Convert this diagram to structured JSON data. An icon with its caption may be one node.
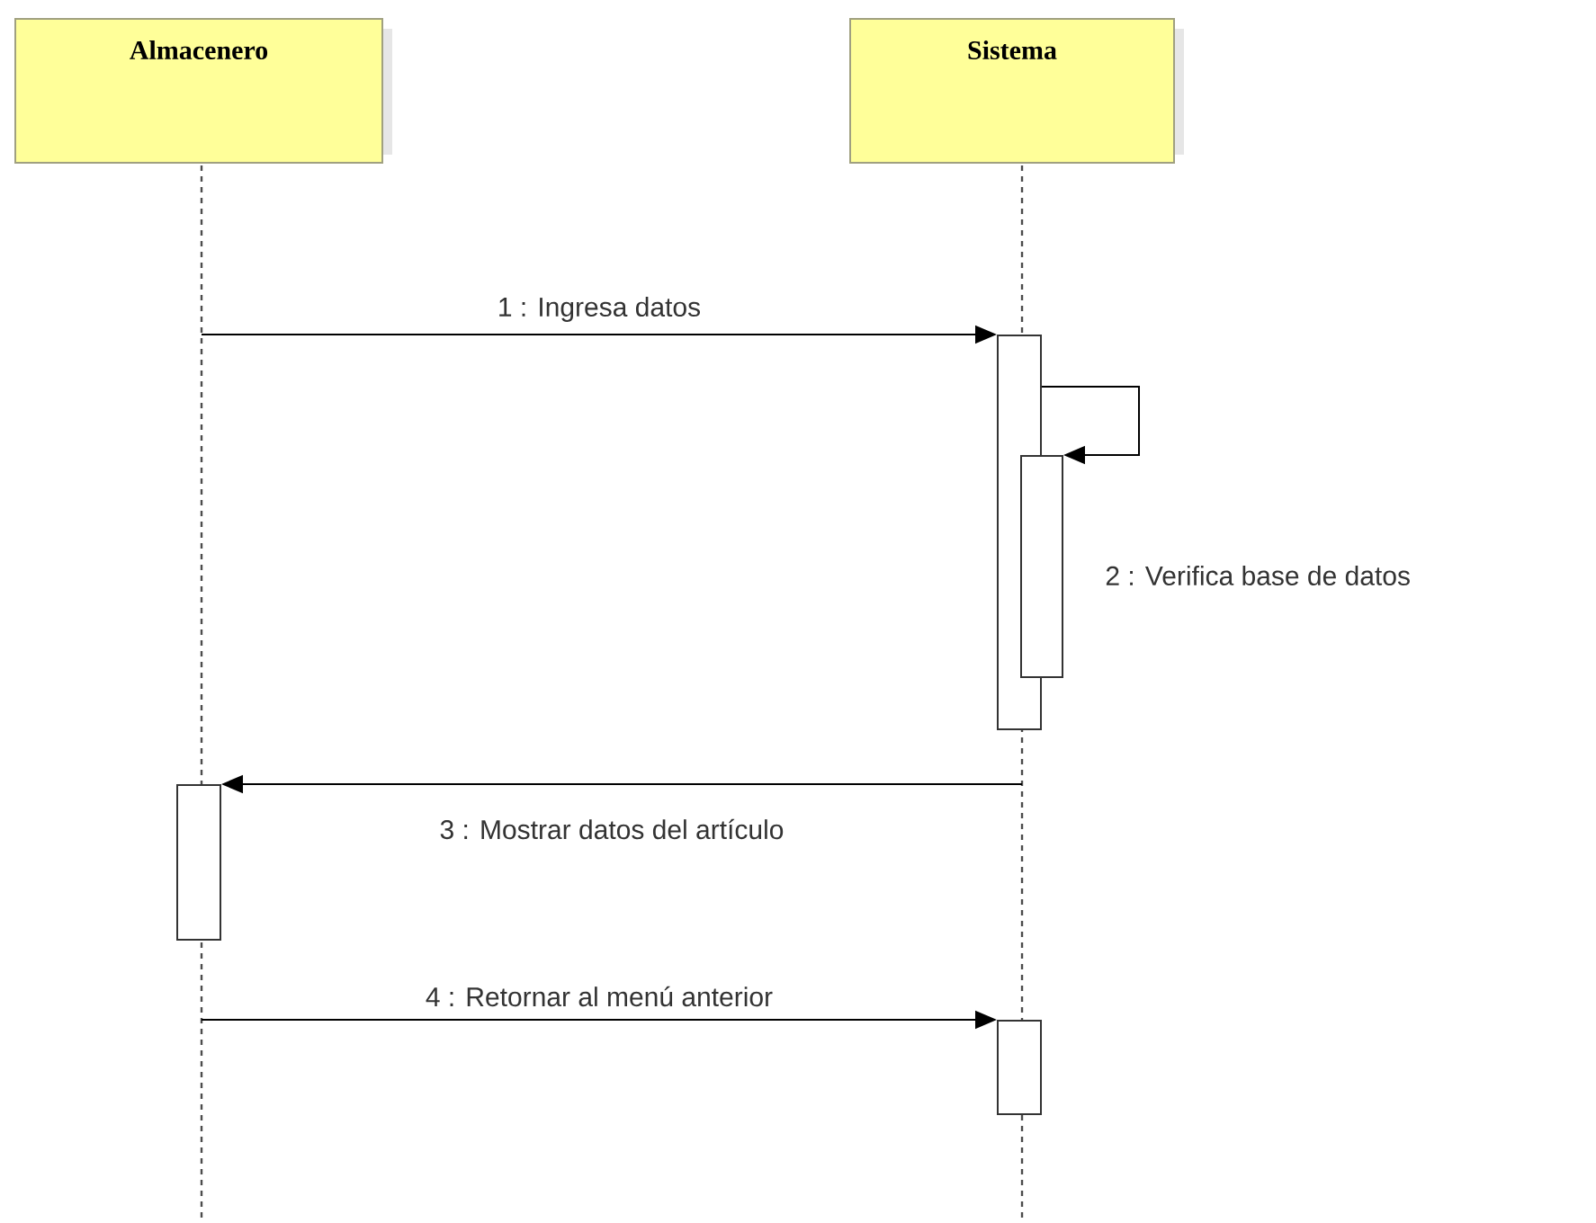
{
  "diagram": {
    "nodes": [
      {
        "text": [
          "Almacenero"
        ]
      },
      {
        "text": [
          "Sistema"
        ]
      },
      {
        "text": [],
        "shape": "bar"
      },
      {
        "text": [],
        "shape": "bar"
      },
      {
        "text": [],
        "shape": "bar"
      },
      {
        "text": [],
        "shape": "bar"
      }
    ],
    "edges": [
      {
        "from": null,
        "to": 2,
        "arrow": "to",
        "label": "1 : Ingresa datos"
      },
      {
        "from": 2,
        "to": 3,
        "arrow": "to",
        "label": "2 : Verifica base de datos"
      },
      {
        "from": null,
        "to": 4,
        "arrow": "to",
        "label": "3 : Mostrar datos del artículo"
      },
      {
        "from": null,
        "to": 5,
        "arrow": "to",
        "label": "4 : Retornar al menú anterior"
      }
    ]
  }
}
